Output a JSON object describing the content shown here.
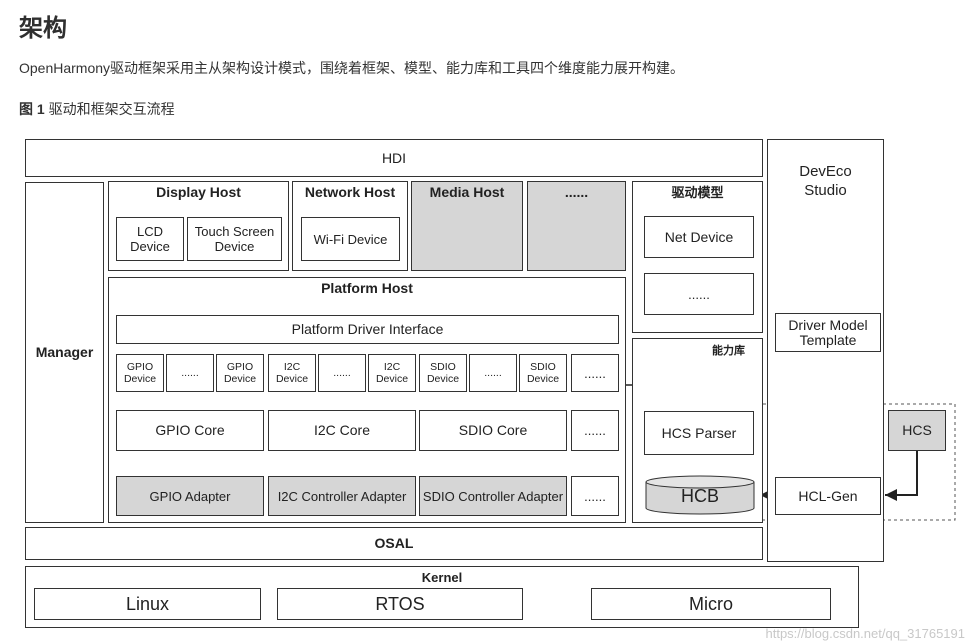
{
  "doc": {
    "title": "架构",
    "text": "OpenHarmony驱动框架采用主从架构设计模式，围绕着框架、模型、能力库和工具四个维度能力展开构建。",
    "figure_label": "图 1",
    "figure_caption": "驱动和框架交互流程"
  },
  "diagram": {
    "hdi": "HDI",
    "manager": "Manager",
    "display_host": "Display Host",
    "lcd_device": "LCD Device",
    "touch_screen_device": "Touch Screen Device",
    "network_host": "Network Host",
    "wifi_device": "Wi-Fi Device",
    "media_host": "Media Host",
    "more_hosts": "......",
    "driver_model": "驱动模型",
    "net_device": "Net Device",
    "model_more": "......",
    "platform_host": "Platform Host",
    "platform_driver_interface": "Platform Driver Interface",
    "gpio_device": "GPIO Device",
    "i2c_device": "I2C Device",
    "sdio_device": "SDIO Device",
    "dots": "......",
    "gpio_core": "GPIO Core",
    "i2c_core": "I2C Core",
    "sdio_core": "SDIO Core",
    "gpio_adapter": "GPIO Adapter",
    "i2c_controller_adapter": "I2C Controller Adapter",
    "sdio_controller_adapter": "SDIO Controller Adapter",
    "capability_library": "能力库",
    "hcs_parser": "HCS Parser",
    "hcb": "HCB",
    "deveco_studio": "DevEco Studio",
    "driver_model_template": "Driver Model Template",
    "hcs": "HCS",
    "hcl_gen": "HCL-Gen",
    "osal": "OSAL",
    "kernel": "Kernel",
    "linux": "Linux",
    "rtos": "RTOS",
    "micro": "Micro"
  },
  "watermark": "https://blog.csdn.net/qq_31765191"
}
